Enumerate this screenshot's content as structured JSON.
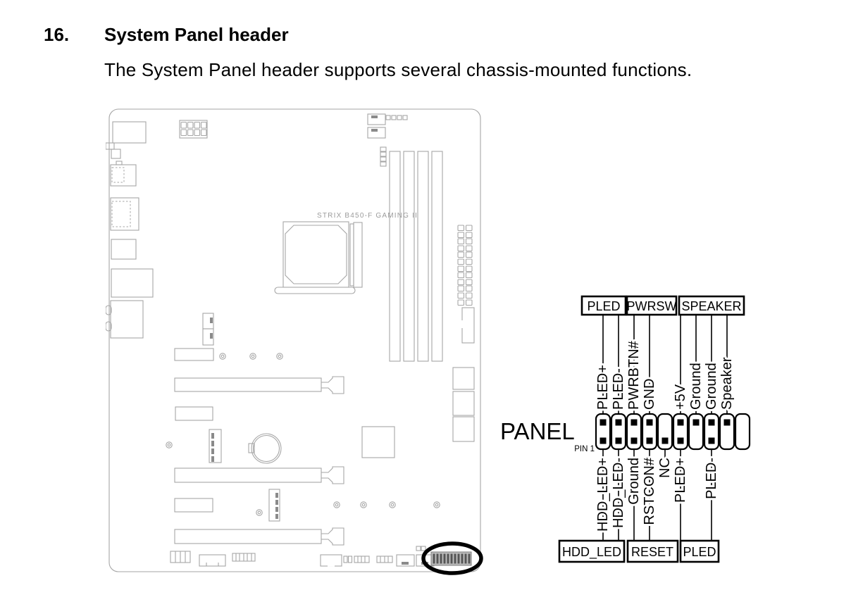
{
  "section": {
    "number": "16.",
    "title": "System Panel header",
    "description": "The System Panel header supports several chassis-mounted functions."
  },
  "motherboard": {
    "model_label": "STRIX B450-F GAMING II"
  },
  "pinout": {
    "connector_label": "PANEL",
    "pin1_label": "PIN 1",
    "columns": 10,
    "top_boxes": [
      "PLED",
      "PWRSW",
      "SPEAKER"
    ],
    "top_pins": [
      "PLED+",
      "PLED-",
      "PWRBTN#",
      "GND",
      "+5V",
      "Ground",
      "Ground",
      "Speaker"
    ],
    "top_pin_columns": [
      1,
      2,
      3,
      4,
      6,
      7,
      8,
      9
    ],
    "bottom_pins": [
      "HDD_LED+",
      "HDD_LED-",
      "Ground",
      "RSTCON#",
      "NC",
      "PLED+",
      "PLED-"
    ],
    "bottom_pin_columns": [
      1,
      2,
      3,
      4,
      5,
      6,
      8
    ],
    "bottom_boxes": [
      "HDD_LED",
      "RESET",
      "PLED"
    ]
  },
  "colors": {
    "diagram_line": "#a6a6a6",
    "ink": "#000000",
    "highlight_ellipse": "#000000"
  }
}
